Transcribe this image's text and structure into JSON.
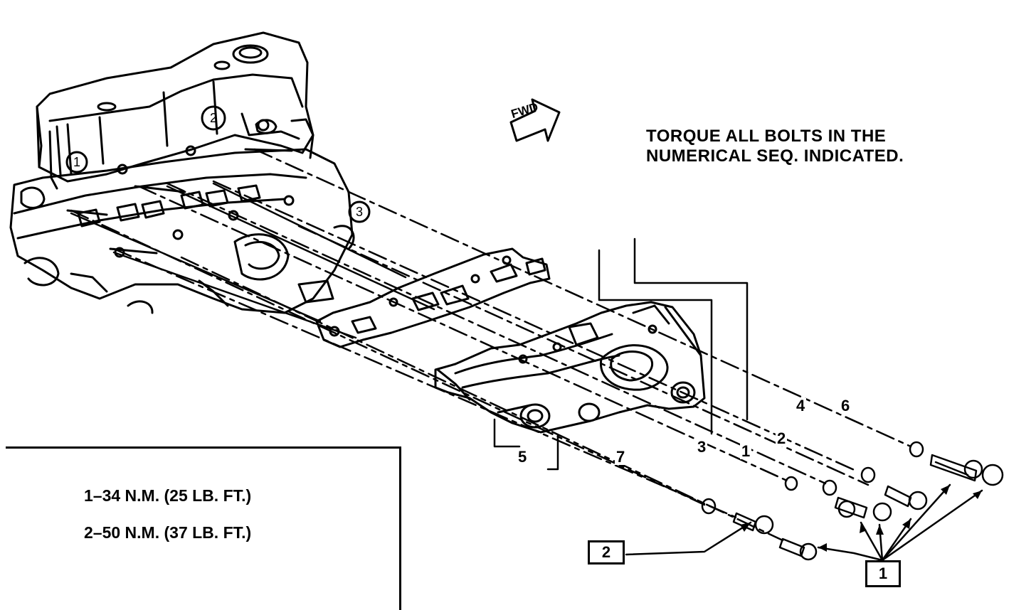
{
  "note": {
    "line1": "TORQUE ALL BOLTS IN THE",
    "line2": "NUMERICAL SEQ. INDICATED."
  },
  "direction_label": "FWD",
  "torque_specs": [
    "1–34 N.M. (25 LB. FT.)",
    "2–50 N.M. (37 LB. FT.)"
  ],
  "callouts": {
    "spec_1": "1",
    "spec_2": "2"
  },
  "sequence_numbers": {
    "n1": "1",
    "n2": "2",
    "n3": "3",
    "n4": "4",
    "n5": "5",
    "n6": "6",
    "n7": "7"
  },
  "engine_labels": {
    "cyl1": "1",
    "cyl2": "2",
    "cyl3": "3"
  }
}
